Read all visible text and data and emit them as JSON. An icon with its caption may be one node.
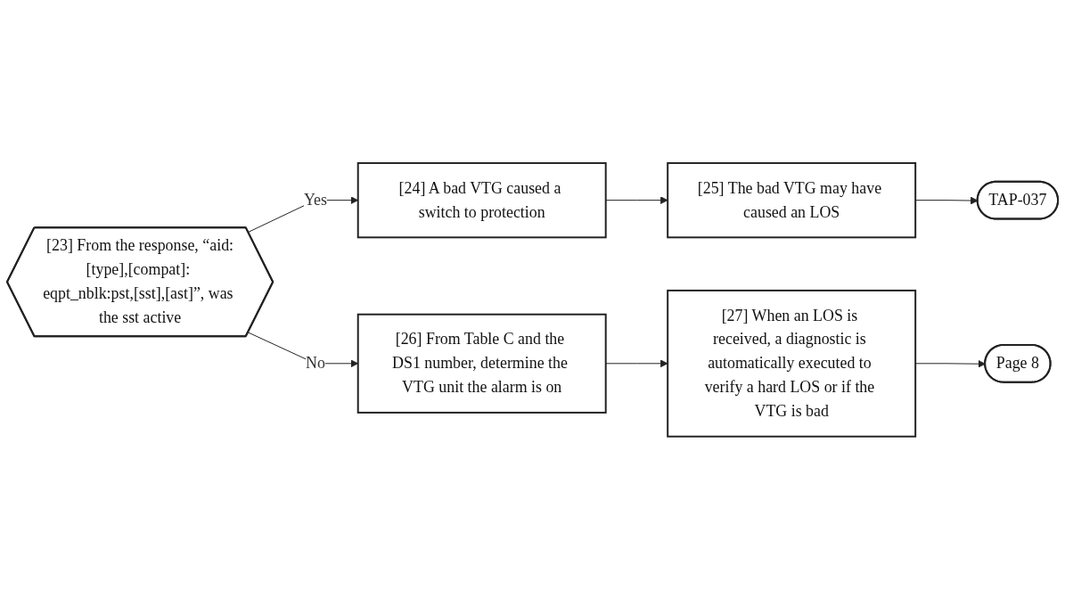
{
  "diagram": {
    "nodes": [
      {
        "text": [
          "[23] From the response, “aid:[type],[compat]: eqpt_nblk:pst,[sst],[ast]”, was the sst active"
        ]
      },
      {
        "text": [
          "[24] A bad VTG caused a switch to protection"
        ]
      },
      {
        "text": [
          "[25] The bad VTG may have caused an LOS"
        ]
      },
      {
        "text": [
          "TAP-037"
        ]
      },
      {
        "text": [
          "[26] From Table C and the DS1 number, determine the VTG unit the alarm is on"
        ]
      },
      {
        "text": [
          "[27] When an LOS is received, a diagnostic is automatically executed to verify a hard LOS or if the VTG is bad"
        ]
      },
      {
        "text": [
          "Page 8"
        ]
      }
    ],
    "edges": [
      {
        "from": 0,
        "to": 1,
        "arrow": "to",
        "label": "Yes"
      },
      {
        "from": 1,
        "to": 2,
        "arrow": "to"
      },
      {
        "from": 2,
        "to": 3,
        "arrow": "to"
      },
      {
        "from": 0,
        "to": 4,
        "arrow": "to",
        "label": "No"
      },
      {
        "from": 4,
        "to": 5,
        "arrow": "to"
      },
      {
        "from": 5,
        "to": 6,
        "arrow": "to"
      }
    ]
  }
}
